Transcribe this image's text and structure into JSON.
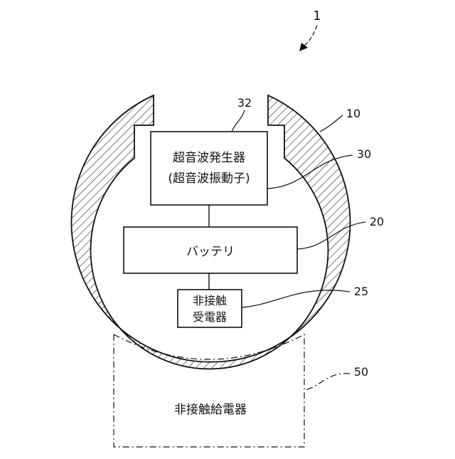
{
  "figure": {
    "ref": "1",
    "colors": {
      "line": "#111111",
      "background": "#ffffff"
    }
  },
  "components": {
    "generator": {
      "line1": "超音波発生器",
      "line2": "(超音波振動子)"
    },
    "battery": {
      "label": "バッテリ"
    },
    "receiver": {
      "line1": "非接触",
      "line2": "受電器"
    },
    "charger": {
      "label": "非接触給電器"
    }
  },
  "refs": {
    "housing": "10",
    "battery": "20",
    "receiver": "25",
    "generator": "30",
    "generator_top": "32",
    "charger": "50"
  }
}
